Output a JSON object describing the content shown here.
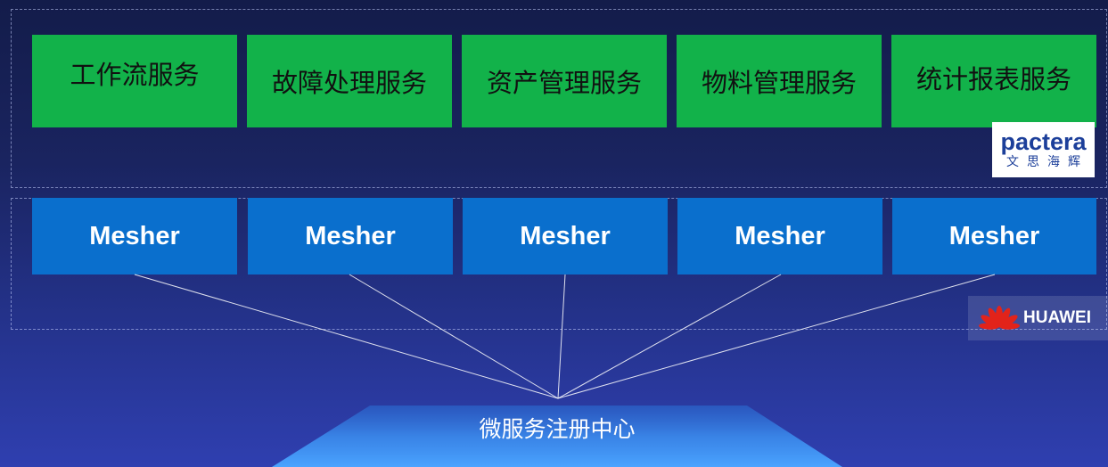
{
  "services": [
    {
      "label": "工作流服务"
    },
    {
      "label": "故障处理服务"
    },
    {
      "label": "资产管理服务"
    },
    {
      "label": "物料管理服务"
    },
    {
      "label": "统计报表服务"
    }
  ],
  "meshers": [
    {
      "label": "Mesher"
    },
    {
      "label": "Mesher"
    },
    {
      "label": "Mesher"
    },
    {
      "label": "Mesher"
    },
    {
      "label": "Mesher"
    }
  ],
  "registry": {
    "label": "微服务注册中心"
  },
  "logos": {
    "pactera": {
      "wordmark": "pactera",
      "chinese": "文思海辉"
    },
    "huawei": {
      "wordmark": "HUAWEI"
    }
  },
  "colors": {
    "service_fill": "#12b24a",
    "mesher_fill": "#0a6fcd",
    "background_top": "#131c4a",
    "background_bottom": "#2f3fb0",
    "huawei_red": "#e2231a",
    "pactera_blue": "#1c3f9a"
  }
}
